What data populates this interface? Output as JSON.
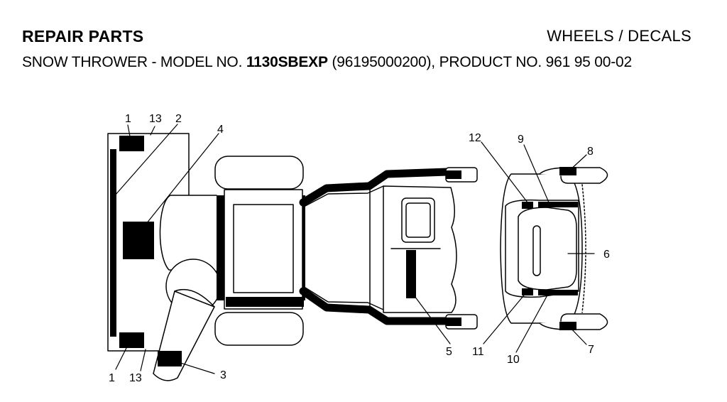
{
  "header": {
    "section_title": "REPAIR PARTS",
    "category": "WHEELS / DECALS",
    "subtitle_prefix": "SNOW THROWER - MODEL NO.",
    "model_no": "1130SBEXP",
    "subtitle_suffix": "(96195000200), PRODUCT NO. 961 95 00-02"
  },
  "callouts": {
    "c1_top": "1",
    "c13_top": "13",
    "c2": "2",
    "c4": "4",
    "c12": "12",
    "c9": "9",
    "c8": "8",
    "c6": "6",
    "c5": "5",
    "c11": "11",
    "c10": "10",
    "c7": "7",
    "c3": "3",
    "c1_bottom": "1",
    "c13_bottom": "13"
  }
}
